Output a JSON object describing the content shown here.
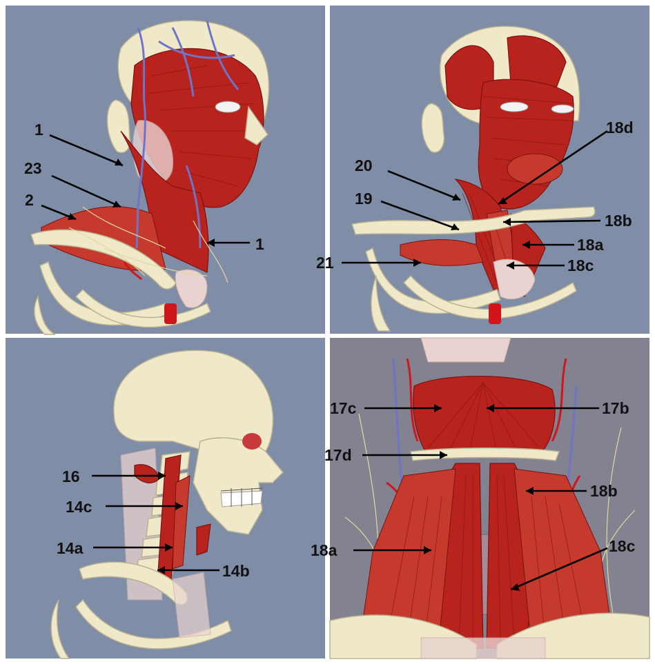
{
  "panels": [
    {
      "id": "top-left",
      "labels": [
        {
          "id": "tl-1a",
          "text": "1"
        },
        {
          "id": "tl-23",
          "text": "23"
        },
        {
          "id": "tl-2",
          "text": "2"
        },
        {
          "id": "tl-1b",
          "text": "1"
        }
      ]
    },
    {
      "id": "top-right",
      "labels": [
        {
          "id": "tr-18d",
          "text": "18d"
        },
        {
          "id": "tr-20",
          "text": "20"
        },
        {
          "id": "tr-19",
          "text": "19"
        },
        {
          "id": "tr-18b",
          "text": "18b"
        },
        {
          "id": "tr-18a",
          "text": "18a"
        },
        {
          "id": "tr-21",
          "text": "21"
        },
        {
          "id": "tr-18c",
          "text": "18c"
        }
      ]
    },
    {
      "id": "bottom-left",
      "labels": [
        {
          "id": "bl-16",
          "text": "16"
        },
        {
          "id": "bl-14c",
          "text": "14c"
        },
        {
          "id": "bl-14a",
          "text": "14a"
        },
        {
          "id": "bl-14b",
          "text": "14b"
        }
      ]
    },
    {
      "id": "bottom-right",
      "labels": [
        {
          "id": "br-17c",
          "text": "17c"
        },
        {
          "id": "br-17b",
          "text": "17b"
        },
        {
          "id": "br-17d",
          "text": "17d"
        },
        {
          "id": "br-18b",
          "text": "18b"
        },
        {
          "id": "br-18a",
          "text": "18a"
        },
        {
          "id": "br-18c",
          "text": "18c"
        }
      ]
    }
  ],
  "colors": {
    "background": "#7f8da6",
    "muscle": "#b8231d",
    "bone": "#efe9c9",
    "vein": "#6f74c8",
    "artery": "#d0161a",
    "label": "#111111"
  }
}
